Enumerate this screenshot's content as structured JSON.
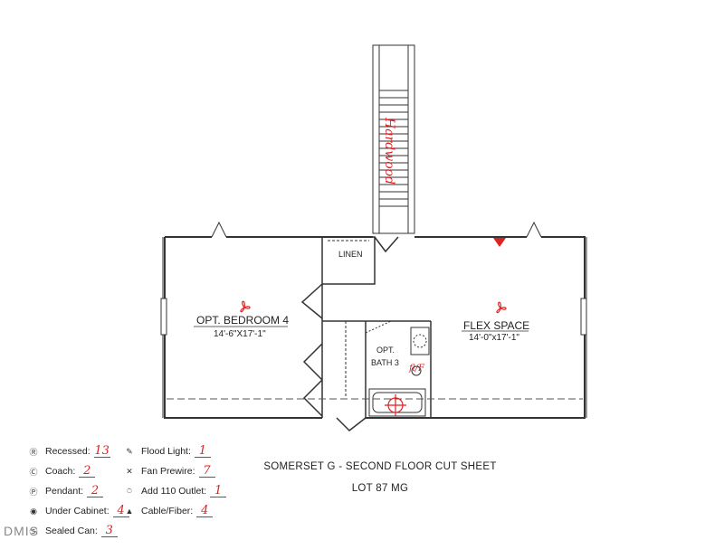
{
  "plan": {
    "rooms": {
      "bedroom": {
        "name": "OPT. BEDROOM 4",
        "dims": "14'-6\"X17'-1\""
      },
      "flex": {
        "name": "FLEX SPACE",
        "dims": "14'-0\"x17'-1\""
      },
      "linen": {
        "name": "LINEN"
      },
      "bath": {
        "name_line1": "OPT.",
        "name_line2": "BATH 3"
      }
    },
    "annotations": {
      "stair_note": "Hardwood",
      "bath_note": "fl/F"
    }
  },
  "legend": {
    "items": [
      {
        "label": "Recessed:",
        "count": "13",
        "icon": "recessed-icon"
      },
      {
        "label": "Coach:",
        "count": "2",
        "icon": "coach-icon"
      },
      {
        "label": "Pendant:",
        "count": "2",
        "icon": "pendant-icon"
      },
      {
        "label": "Under Cabinet:",
        "count": "4",
        "icon": "under-cabinet-icon"
      },
      {
        "label": "Sealed Can:",
        "count": "3",
        "icon": "sealed-can-icon"
      },
      {
        "label": "Flood Light:",
        "count": "1",
        "icon": "flood-light-icon"
      },
      {
        "label": "Fan Prewire:",
        "count": "7",
        "icon": "fan-prewire-icon"
      },
      {
        "label": "Add 110 Outlet:",
        "count": "1",
        "icon": "outlet-icon"
      },
      {
        "label": "Cable/Fiber:",
        "count": "4",
        "icon": "cable-fiber-icon"
      }
    ]
  },
  "title_block": {
    "title": "SOMERSET G - SECOND FLOOR CUT SHEET",
    "lot": "LOT 87 MG"
  },
  "watermark": "DMIS",
  "colors": {
    "markup": "#dd2222",
    "lines": "#333333"
  }
}
